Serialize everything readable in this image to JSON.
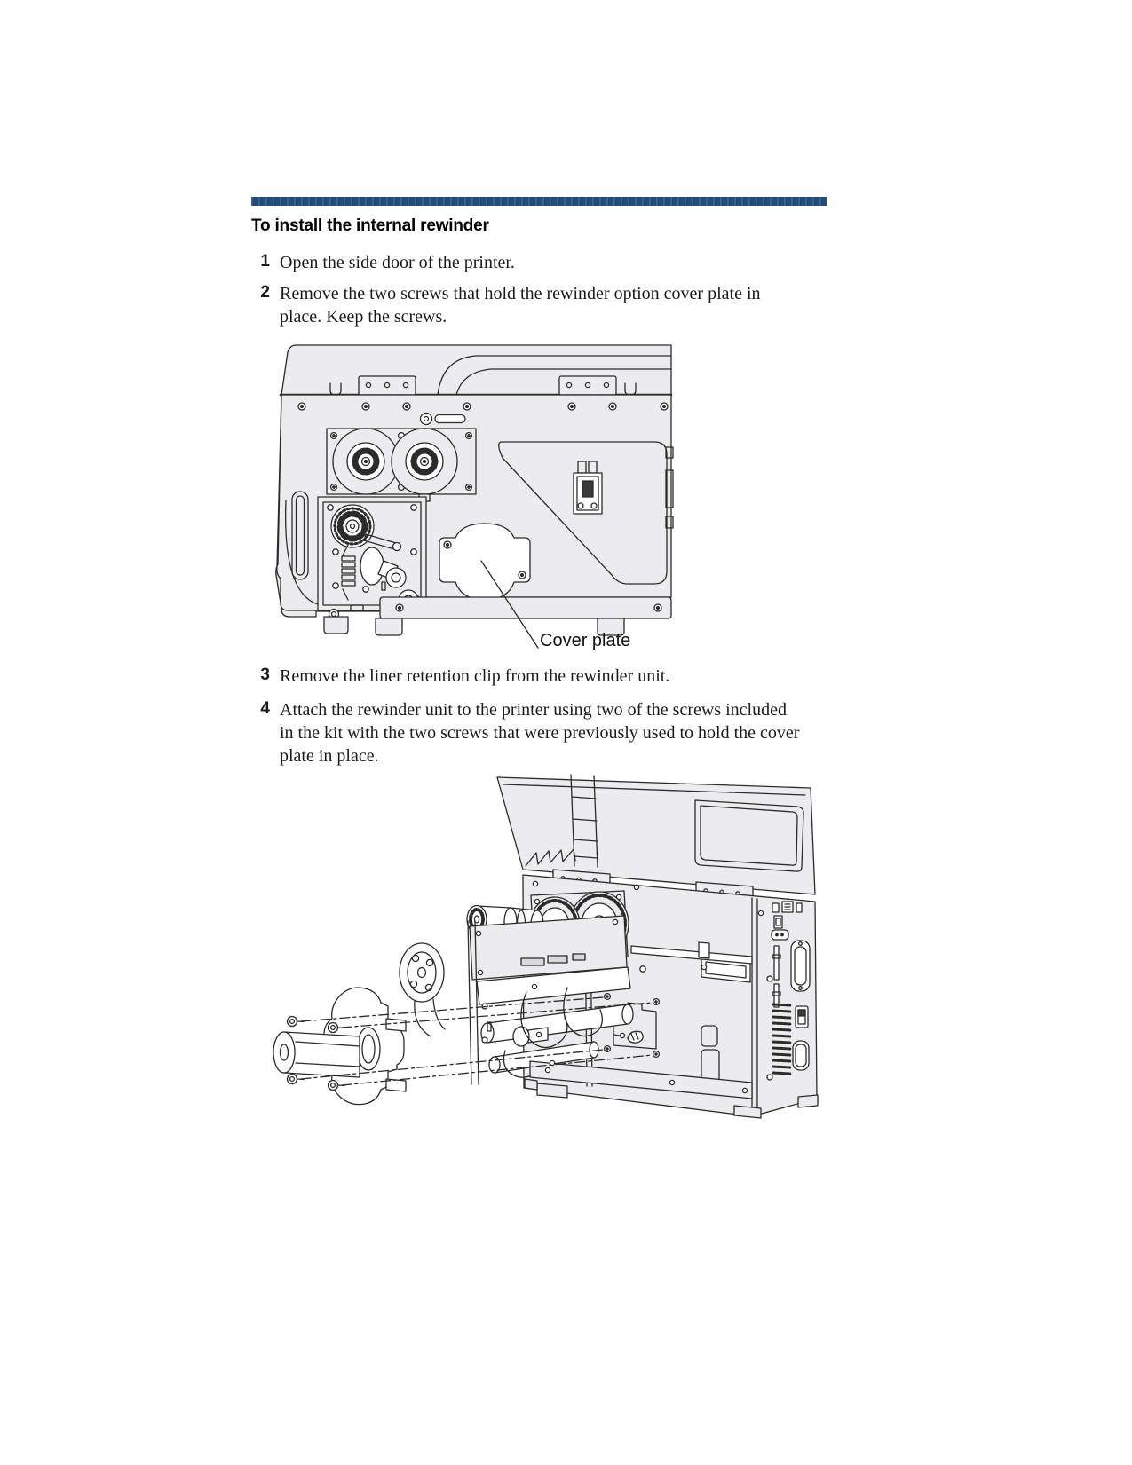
{
  "page": {
    "accent_color": "#1f4e79",
    "heading": "To install the internal rewinder",
    "steps": [
      {
        "num": "1",
        "text": "Open the side door of the printer."
      },
      {
        "num": "2",
        "text": "Remove the two screws that hold the rewinder option cover plate in\nplace. Keep the screws."
      },
      {
        "num": "3",
        "text": "Remove the liner retention clip from the rewinder unit."
      },
      {
        "num": "4",
        "text": "Attach the rewinder unit to the printer using two of the screws included\nin the kit with the two screws that were previously used to hold the cover\nplate in place."
      }
    ],
    "figure1": {
      "label": "Cover plate",
      "description": "Side view of the printer interior showing the rewinder option cover plate"
    },
    "figure2": {
      "description": "Rewinder unit being attached to the printer with four screws"
    }
  }
}
